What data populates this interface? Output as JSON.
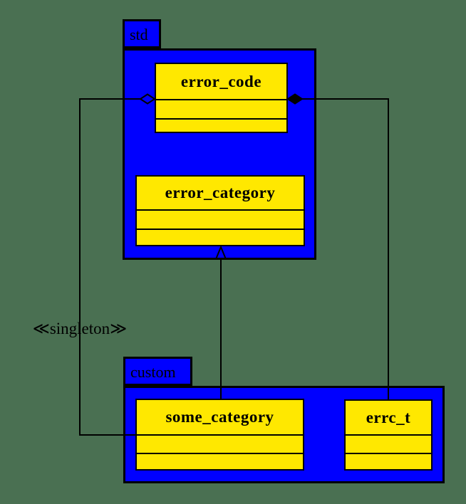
{
  "diagram": {
    "title": "UML class diagram: std error handling with custom category",
    "colors": {
      "background": "#4A7052",
      "package_fill": "#0000FF",
      "class_fill": "#FFE800",
      "line": "#000000"
    },
    "packages": [
      {
        "name": "std"
      },
      {
        "name": "custom"
      }
    ],
    "classes": [
      {
        "name": "error_code",
        "package": "std"
      },
      {
        "name": "error_category",
        "package": "std"
      },
      {
        "name": "some_category",
        "package": "custom"
      },
      {
        "name": "errc_t",
        "package": "custom"
      }
    ],
    "relationships": [
      {
        "type": "aggregation",
        "from": "error_code",
        "to": "some_category",
        "stereotype": "≪singleton≫"
      },
      {
        "type": "composition",
        "from": "error_code",
        "to": "errc_t"
      },
      {
        "type": "generalization",
        "from": "some_category",
        "to": "error_category"
      }
    ],
    "stereotype_label": "≪singleton≫"
  }
}
